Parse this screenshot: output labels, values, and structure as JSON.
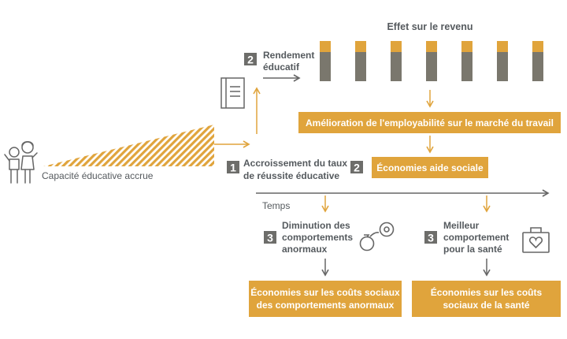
{
  "title": "Effet sur le revenu",
  "colors": {
    "gold": "#e0a43c",
    "grey": "#7a776d",
    "text": "#555a5e",
    "badge": "#6d6d6a"
  },
  "left_label": "Capacité éducative accrue",
  "step1": {
    "number": "1",
    "line1": "Accroissement du taux",
    "line2": "de réussite éducative"
  },
  "step2_rendement": {
    "number": "2",
    "line1": "Rendement",
    "line2": "éducatif"
  },
  "employability_box": "Amélioration de l'employabilité sur le marché du travail",
  "step2_social": {
    "number": "2",
    "label": "Économies aide sociale"
  },
  "time_label": "Temps",
  "step3_behaviour": {
    "number": "3",
    "line1": "Diminution des",
    "line2": "comportements",
    "line3": "anormaux"
  },
  "step3_health": {
    "number": "3",
    "line1": "Meilleur",
    "line2": "comportement",
    "line3": "pour la santé"
  },
  "box_behaviour": {
    "line1": "Économies sur les coûts sociaux",
    "line2": "des comportements anormaux"
  },
  "box_health": {
    "line1": "Économies sur les coûts",
    "line2": "sociaux de la santé"
  },
  "icons": [
    "children-icon",
    "book-icon",
    "handcuffs-icon",
    "medical-kit-icon"
  ]
}
